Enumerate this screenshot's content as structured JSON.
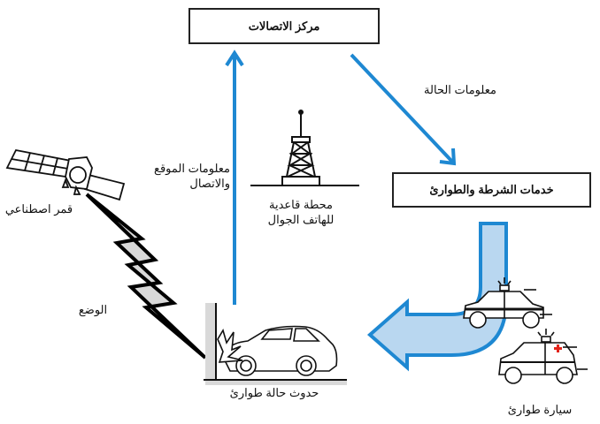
{
  "diagram": {
    "nodes": {
      "communications_center": "مركز الاتصالات",
      "police_emergency_services": "خدمات الشرطة والطوارئ"
    },
    "labels": {
      "status_info": "معلومات الحالة",
      "location_and_connection": [
        "معلومات الموقع",
        "والاتصال"
      ],
      "base_station": [
        "محطة قاعدية",
        "للهاتف الجوال"
      ],
      "satellite": "قمر اصطناعي",
      "position": "الوضع",
      "emergency_occurs": "حدوث حالة طوارئ",
      "emergency_vehicle": "سيارة طوارئ"
    },
    "icons": [
      "satellite-icon",
      "cell-tower-icon",
      "crashed-car-icon",
      "police-car-icon",
      "ambulance-icon",
      "lightning-signal-icon"
    ],
    "colors": {
      "arrow_blue": "#1e88d2",
      "arrow_fill": "#b9d7f0",
      "bolt_fill": "#d9d9d9",
      "cross_red": "#e2231a"
    }
  }
}
